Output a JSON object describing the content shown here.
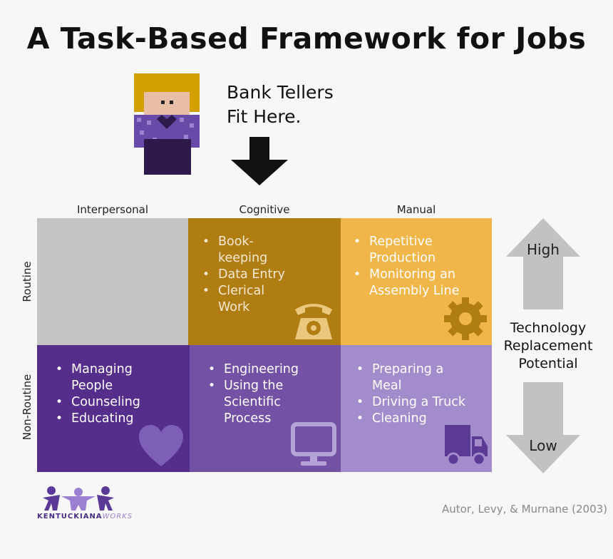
{
  "title": "A Task-Based Framework for Jobs",
  "callout": {
    "line1": "Bank Tellers",
    "line2": "Fit Here."
  },
  "columns": [
    "Interpersonal",
    "Cognitive",
    "Manual"
  ],
  "rows": [
    "Routine",
    "Non-Routine"
  ],
  "cells": {
    "routine_interpersonal": {
      "items": [],
      "color": "#c4c4c4"
    },
    "routine_cognitive": {
      "items": [
        "Book-",
        "keeping",
        "Data Entry",
        "Clerical",
        "Work"
      ],
      "color": "#b07d12",
      "icon": "telephone-icon"
    },
    "routine_manual": {
      "items": [
        "Repetitive",
        "Production",
        "Monitoring an",
        "Assembly Line"
      ],
      "color": "#f0b64a",
      "icon": "gear-icon"
    },
    "nonroutine_interpersonal": {
      "items": [
        "Managing",
        "People",
        "Counseling",
        "Educating"
      ],
      "color": "#552e8c",
      "icon": "heart-icon"
    },
    "nonroutine_cognitive": {
      "items": [
        "Engineering",
        "Using the",
        "Scientific",
        "Process"
      ],
      "color": "#7352a6",
      "icon": "monitor-icon"
    },
    "nonroutine_manual": {
      "items": [
        "Preparing a",
        "Meal",
        "Driving a Truck",
        "Cleaning"
      ],
      "color": "#a38ccb",
      "icon": "truck-icon"
    }
  },
  "side": {
    "high": "High",
    "low": "Low",
    "label_line1": "Technology",
    "label_line2": "Replacement",
    "label_line3": "Potential"
  },
  "citation": "Autor, Levy, & Murnane (2003)",
  "logo": {
    "text": "KENTUCKIANA",
    "text_italic": "WORKS",
    "icon": "people-logo-icon"
  }
}
